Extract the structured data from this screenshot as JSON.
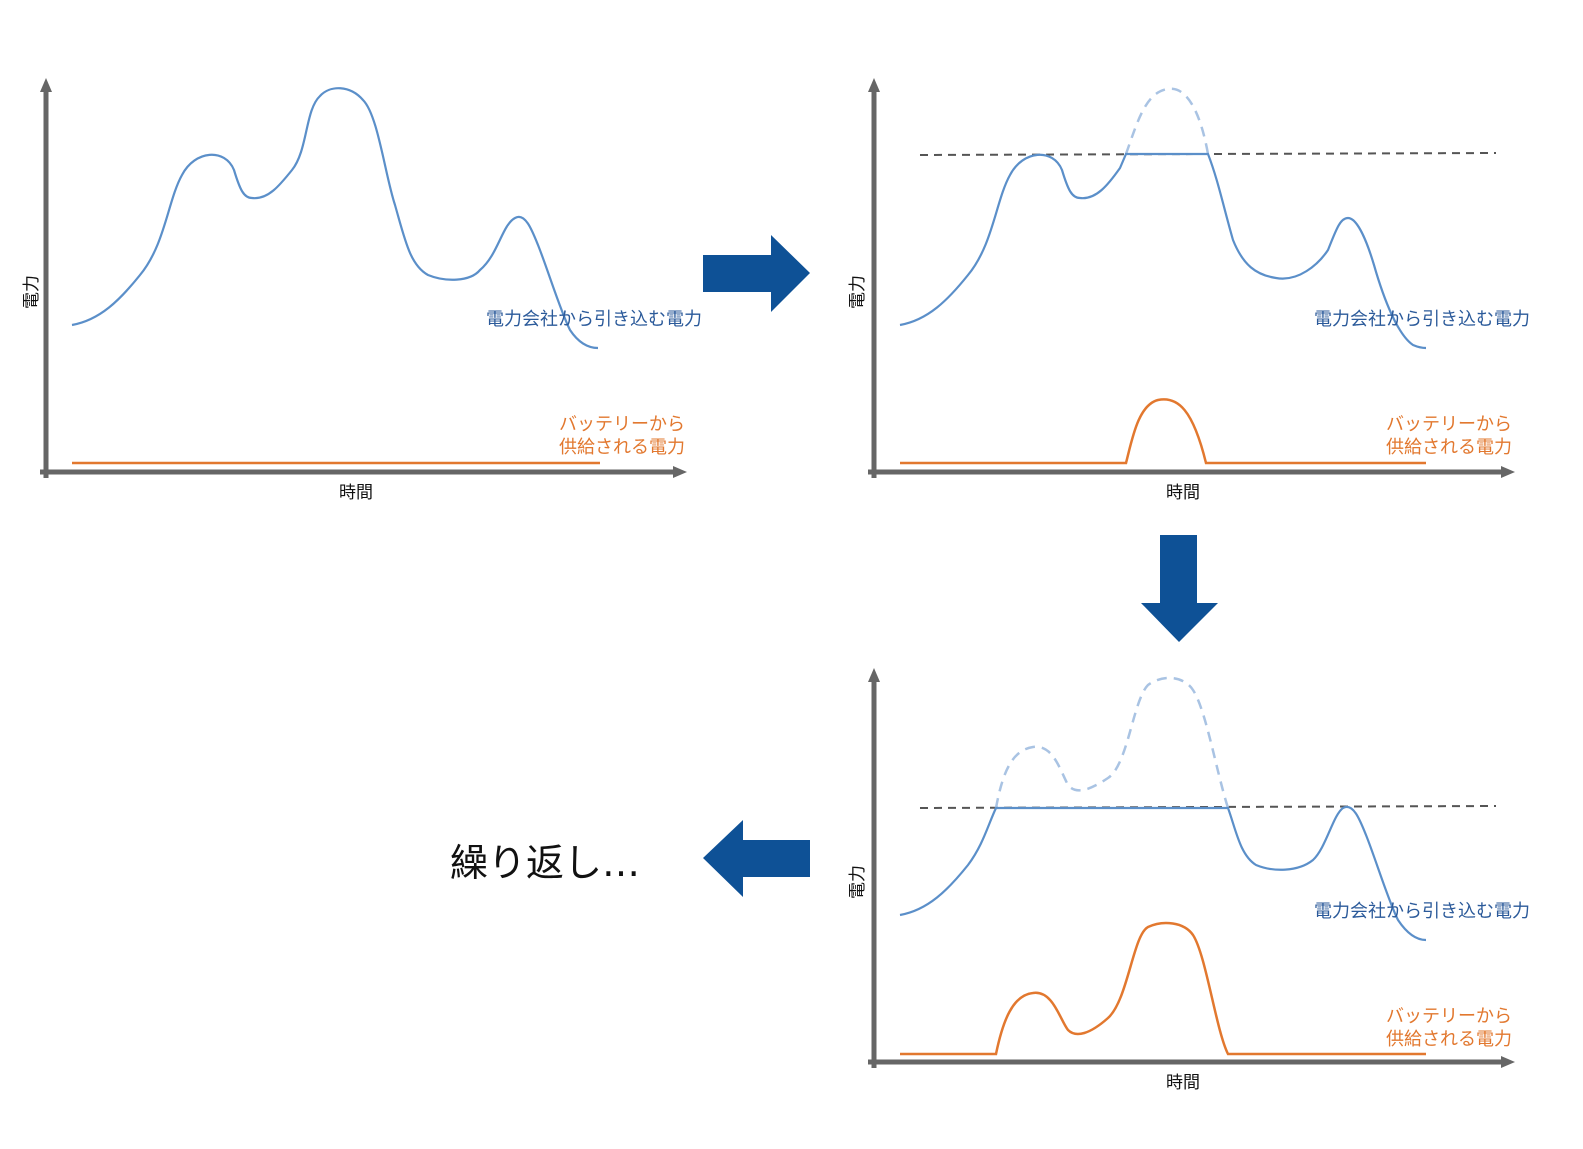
{
  "labels": {
    "y_axis": "電力",
    "x_axis": "時間",
    "grid_power": "電力会社から引き込む電力",
    "battery_line1": "バッテリーから",
    "battery_line2": "供給される電力",
    "repeat": "繰り返し…"
  },
  "colors": {
    "grid_line": "#5b8fc9",
    "grid_line_faded": "#a9c3e3",
    "battery_line": "#e2782f",
    "axis": "#666666",
    "threshold": "#555555",
    "arrow": "#0e5196"
  },
  "icons": [
    "arrow-right-icon",
    "arrow-down-icon",
    "arrow-left-icon"
  ]
}
